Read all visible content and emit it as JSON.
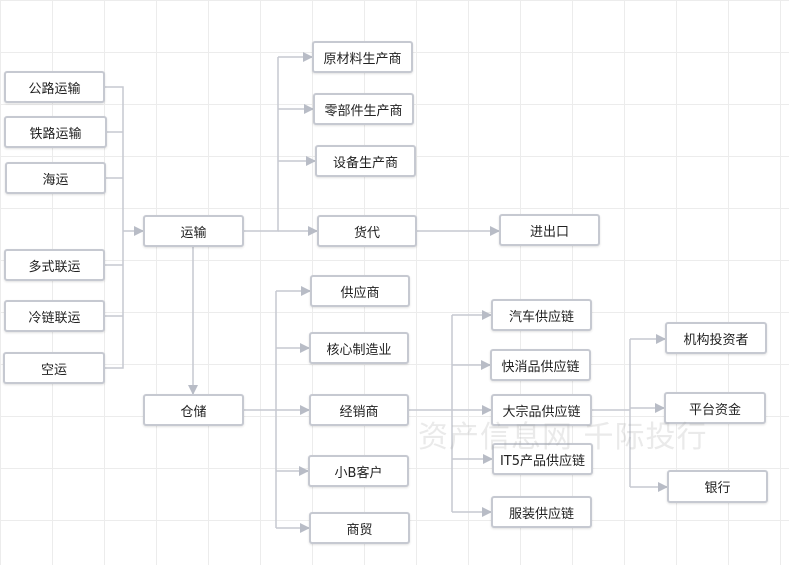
{
  "nodes": {
    "road": "公路运输",
    "rail": "铁路运输",
    "sea": "海运",
    "multimodal": "多式联运",
    "coldchain": "冷链联运",
    "air": "空运",
    "transport": "运输",
    "raw_material": "原材料生产商",
    "parts": "零部件生产商",
    "equipment": "设备生产商",
    "forwarder": "货代",
    "import_export": "进出口",
    "warehouse": "仓储",
    "supplier": "供应商",
    "core_mfg": "核心制造业",
    "distributor": "经销商",
    "small_b": "小B客户",
    "trade": "商贸",
    "auto_chain": "汽车供应链",
    "fmcg_chain": "快消品供应链",
    "bulk_chain": "大宗品供应链",
    "it_chain": "IT5产品供应链",
    "apparel_chain": "服装供应链",
    "institutional": "机构投资者",
    "platform_funds": "平台资金",
    "bank": "银行"
  },
  "watermark": "资产信息网 千际投行",
  "colors": {
    "line": "#c6c9d1",
    "arrow": "#b8bcc6",
    "border": "#c6c9d1"
  }
}
